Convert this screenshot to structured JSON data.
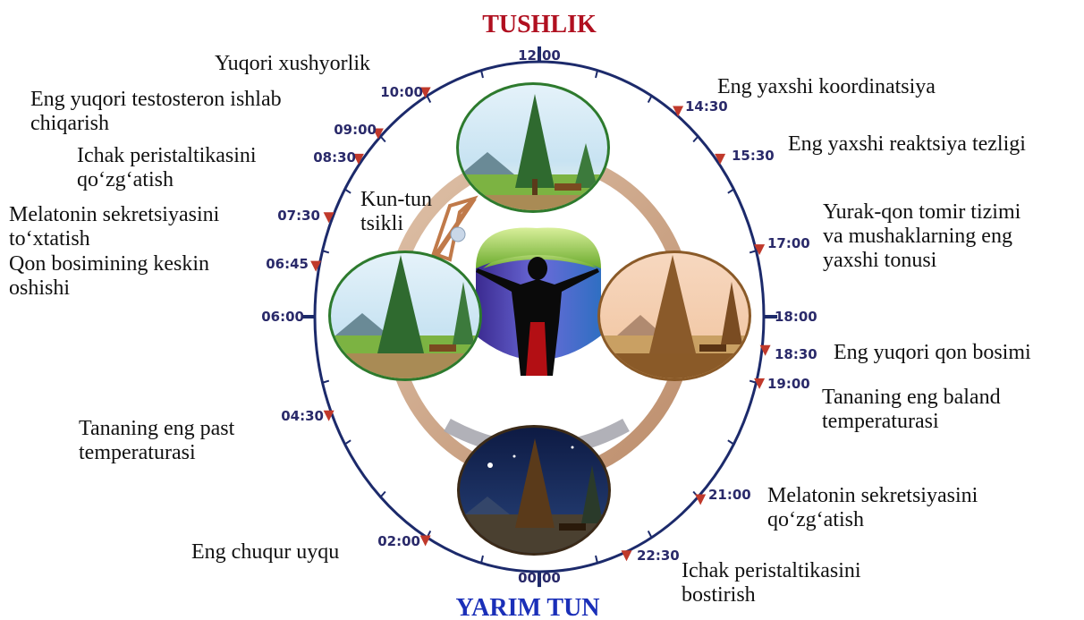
{
  "titles": {
    "top": "TUSHLIK",
    "bottom": "YARIM TUN"
  },
  "colors": {
    "top_title": "#b01020",
    "bottom_title": "#1a2fb8",
    "ring": "#1c2a6b",
    "marker": "#c0392b"
  },
  "times": {
    "t1200": "12:00",
    "t1430": "14:30",
    "t1530": "15:30",
    "t1700": "17:00",
    "t1800": "18:00",
    "t1830": "18:30",
    "t1900": "19:00",
    "t2100": "21:00",
    "t2230": "22:30",
    "t0000": "00:00",
    "t0200": "02:00",
    "t0430": "04:30",
    "t0600": "06:00",
    "t0645": "06:45",
    "t0730": "07:30",
    "t0830": "08:30",
    "t0900": "09:00",
    "t1000": "10:00"
  },
  "labels": {
    "l1000": [
      "Yuqori xushyorlik"
    ],
    "l0900": [
      "Eng yuqori testosteron ishlab",
      "chiqarish"
    ],
    "l0830": [
      "Ichak peristaltikasini",
      "qo‘zg‘atish"
    ],
    "l0730": [
      "Melatonin sekretsiyasini",
      "to‘xtatish"
    ],
    "l0645": [
      "Qon bosimining keskin",
      "oshishi"
    ],
    "l0430": [
      "Tananing eng past",
      "temperaturasi"
    ],
    "l0200": [
      "Eng chuqur uyqu"
    ],
    "l1430": [
      "Eng yaxshi koordinatsiya"
    ],
    "l1530": [
      "Eng yaxshi reaktsiya tezligi"
    ],
    "l1700": [
      "Yurak-qon tomir tizimi",
      "va mushaklarning eng",
      "yaxshi tonusi"
    ],
    "l1830": [
      "Eng yuqori qon bosimi"
    ],
    "l1900": [
      "Tananing eng baland",
      "temperaturasi"
    ],
    "l2100": [
      "Melatonin sekretsiyasini",
      "qo‘zg‘atish"
    ],
    "l2230": [
      "Ichak peristaltikasini",
      "bostirish"
    ],
    "cycle": [
      "Kun-tun",
      "tsikli"
    ]
  },
  "icons": {
    "scene_noon": "noon-landscape-icon",
    "scene_morning": "morning-landscape-icon",
    "scene_evening": "evening-landscape-icon",
    "scene_night": "night-landscape-icon",
    "human": "human-figure-icon"
  }
}
